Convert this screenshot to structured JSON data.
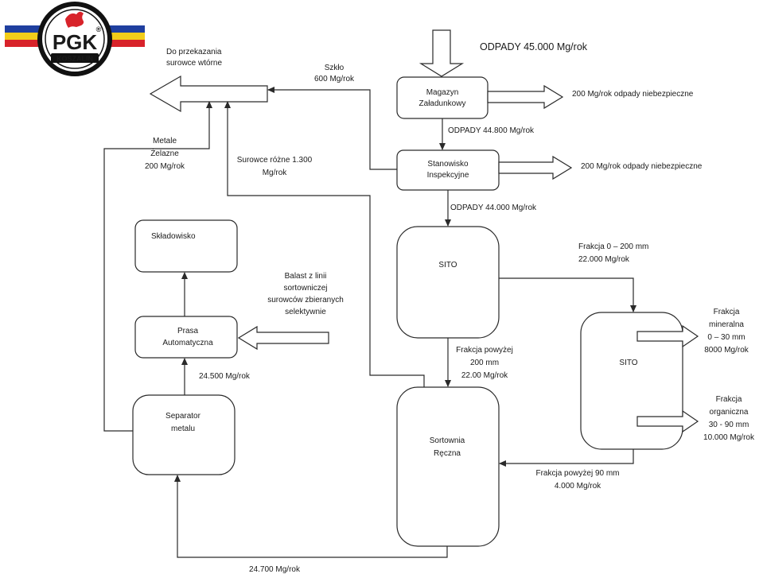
{
  "logo": {
    "text": "PGK",
    "subtext": "KOSZALIN",
    "registered": "®",
    "colors": {
      "blue": "#1f3f9f",
      "yellow": "#f2cd1a",
      "red": "#d8232a"
    }
  },
  "input": {
    "label": "ODPADY 45.000 Mg/rok"
  },
  "nodes": {
    "magazyn": {
      "line1": "Magazyn",
      "line2": "Załadunkowy"
    },
    "stanowisko": {
      "line1": "Stanowisko",
      "line2": "Inspekcyjne"
    },
    "sito1": {
      "label": "SITO"
    },
    "sito2": {
      "label": "SITO"
    },
    "sortownia": {
      "line1": "Sortownia",
      "line2": "Ręczna"
    },
    "separator": {
      "line1": "Separator",
      "line2": "metalu"
    },
    "prasa": {
      "line1": "Prasa",
      "line2": "Automatyczna"
    },
    "skladowisko": {
      "label": "Składowisko"
    }
  },
  "outputs": {
    "recycling": {
      "line1": "Do przekazania",
      "line2": "surowce wtórne"
    },
    "hazardous1": "200 Mg/rok odpady niebezpieczne",
    "hazardous2": "200 Mg/rok odpady niebezpieczne",
    "mineral": {
      "line1": "Frakcja",
      "line2": "mineralna",
      "line3": "0 – 30 mm",
      "line4": "8000 Mg/rok"
    },
    "organic": {
      "line1": "Frakcja",
      "line2": "organiczna",
      "line3": "30 - 90 mm",
      "line4": "10.000 Mg/rok"
    },
    "ballast": {
      "line1": "Balast z linii",
      "line2": "sortowniczej",
      "line3": "surowców zbieranych",
      "line4": "selektywnie"
    }
  },
  "flows": {
    "magazyn_to_stanowisko": "ODPADY 44.800 Mg/rok",
    "stanowisko_to_sito": "ODPADY 44.000 Mg/rok",
    "glass": {
      "line1": "Szkło",
      "line2": "600 Mg/rok"
    },
    "metals": {
      "line1": "Metale",
      "line2": "Żelazne",
      "line3": "200 Mg/rok"
    },
    "misc_raw": {
      "line1": "Surowce różne 1.300",
      "line2": "Mg/rok"
    },
    "fraction_0_200": {
      "line1": "Frakcja 0 – 200 mm",
      "line2": "22.000 Mg/rok"
    },
    "fraction_above_200": {
      "line1": "Frakcja powyżej",
      "line2": "200 mm",
      "line3": "22.00 Mg/rok"
    },
    "fraction_above_90": {
      "line1": "Frakcja powyżej 90 mm",
      "line2": "4.000 Mg/rok"
    },
    "separator_to_prasa": "24.500 Mg/rok",
    "sortownia_to_separator": "24.700 Mg/rok"
  }
}
